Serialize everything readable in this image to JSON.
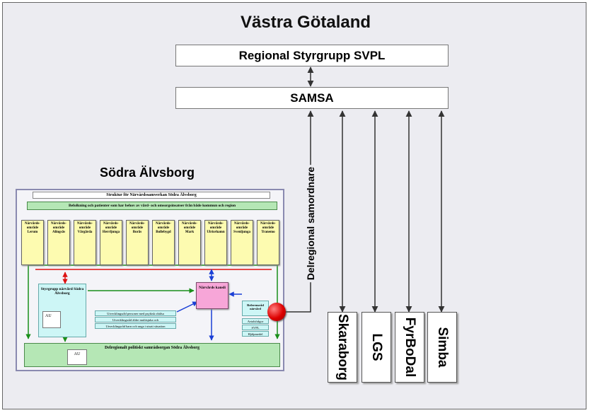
{
  "title": "Västra Götaland",
  "top_boxes": {
    "regional": "Regional Styrgrupp SVPL",
    "samsa": "SAMSA"
  },
  "delregional_label": "Delregional samordnare",
  "region_boxes": [
    "Skaraborg",
    "LGS",
    "FyrBoDal",
    "Simba"
  ],
  "sodra": {
    "title": "Södra Älvsborg",
    "struct_title": "Struktur för Närvårdssamverkan Södra Älvsborg",
    "befolkning": "Befolkning och patienter som har behov av vård- och omsorgsinsatser från både kommun och region",
    "areas": [
      {
        "l1": "Närvårds-",
        "l2": "område",
        "l3": "Lerum"
      },
      {
        "l1": "Närvårds-",
        "l2": "område",
        "l3": "Alingsås"
      },
      {
        "l1": "Närvårds-",
        "l2": "område",
        "l3": "Vårgårda"
      },
      {
        "l1": "Närvårds-",
        "l2": "område",
        "l3": "Herrljunga"
      },
      {
        "l1": "Närvårds-",
        "l2": "område",
        "l3": "Borås"
      },
      {
        "l1": "Närvårds-",
        "l2": "område",
        "l3": "Bollebygd"
      },
      {
        "l1": "Närvårds-",
        "l2": "område",
        "l3": "Mark"
      },
      {
        "l1": "Närvårds-",
        "l2": "område",
        "l3": "Ulricehamn"
      },
      {
        "l1": "Närvårds-",
        "l2": "område",
        "l3": "Svenljunga"
      },
      {
        "l1": "Närvårds-",
        "l2": "område",
        "l3": "Tranemo"
      }
    ],
    "styrgrupp": "Styrgrupp närvård Södra Älvsborg",
    "au": "AU",
    "kansli": "Närvårds kansli",
    "utv": [
      "Utvecklingsråd personer med psykisk ohälsa",
      "Utvecklingsråd äldre multisjuka och",
      "Utvecklingsråd barn och unga i utsatt situation"
    ],
    "referens": "Referensråd närvård",
    "side_items": [
      "Avtalsfrågor",
      "SVPL",
      "Hjälpmedel"
    ],
    "politiskt": "Delregionalt politiskt samrådsorgan Södra Älvsborg",
    "au2": "AU"
  },
  "colors": {
    "green": "#b5e7b5",
    "yellow": "#fdfbb0",
    "pink": "#f7a6d8",
    "cyan": "#cdf6f6",
    "red_dot": "#dd0000",
    "arrow_red": "#dd1111",
    "arrow_green": "#1a8f1a",
    "arrow_blue": "#1a3fd6"
  }
}
